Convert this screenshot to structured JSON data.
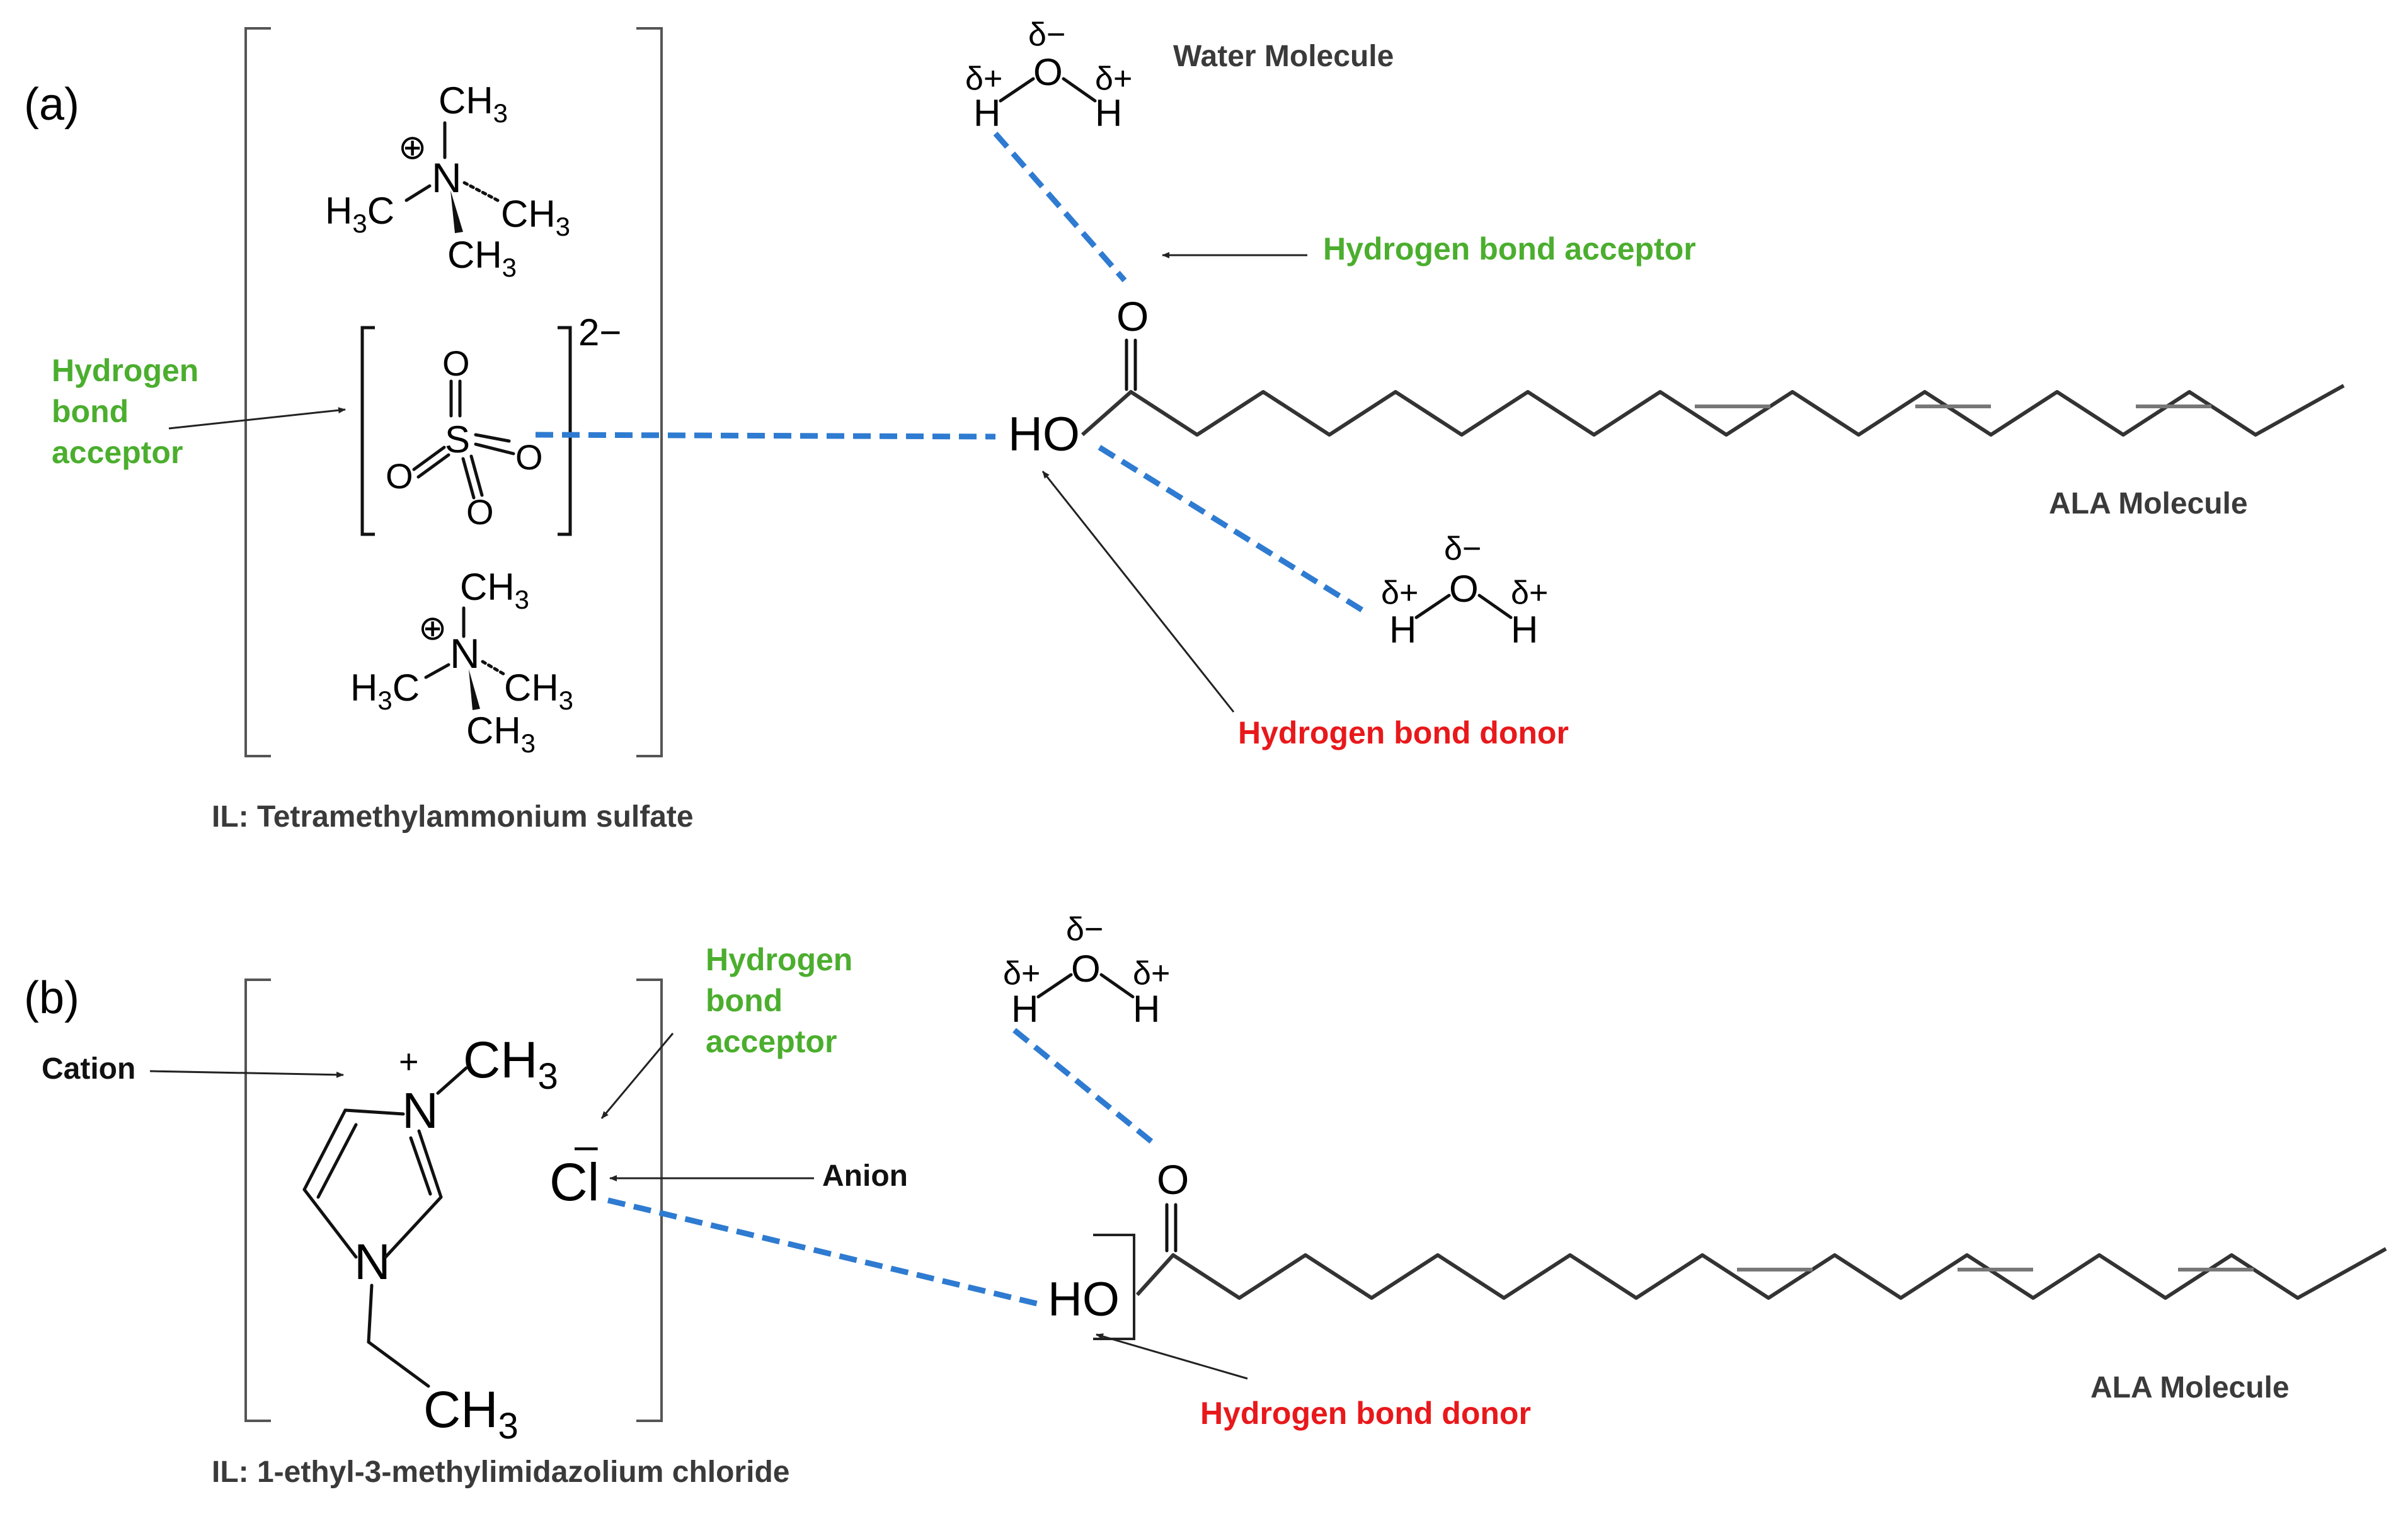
{
  "panel_a": {
    "label": "(a)",
    "water_top_label": "Water Molecule",
    "hba_right": "Hydrogen bond acceptor",
    "hba_left": [
      "Hydrogen",
      "bond",
      "acceptor"
    ],
    "hbd": "Hydrogen bond donor",
    "ala": "ALA Molecule",
    "il": "IL: Tetramethylammonium sulfate",
    "charge": "2−",
    "cation_plus": "⊕"
  },
  "panel_b": {
    "label": "(b)",
    "cation": "Cation",
    "anion": "Anion",
    "hba": [
      "Hydrogen",
      "bond",
      "acceptor"
    ],
    "hbd": "Hydrogen bond donor",
    "ala": "ALA Molecule",
    "il": "IL: 1-ethyl-3-methylimidazolium chloride",
    "chloride": "Cl",
    "chloride_charge": "–",
    "ring_plus": "+"
  },
  "chem": {
    "ch3": "CH",
    "h3c": "H",
    "sub3": "3",
    "n": "N",
    "o": "O",
    "s": "S",
    "h": "H",
    "ho": "HO",
    "d_minus": "δ−",
    "d_plus": "δ+"
  },
  "colors": {
    "hbond_dash": "#2e7bd1",
    "acceptor_text": "#4bae2e",
    "donor_text": "#e8181b"
  }
}
